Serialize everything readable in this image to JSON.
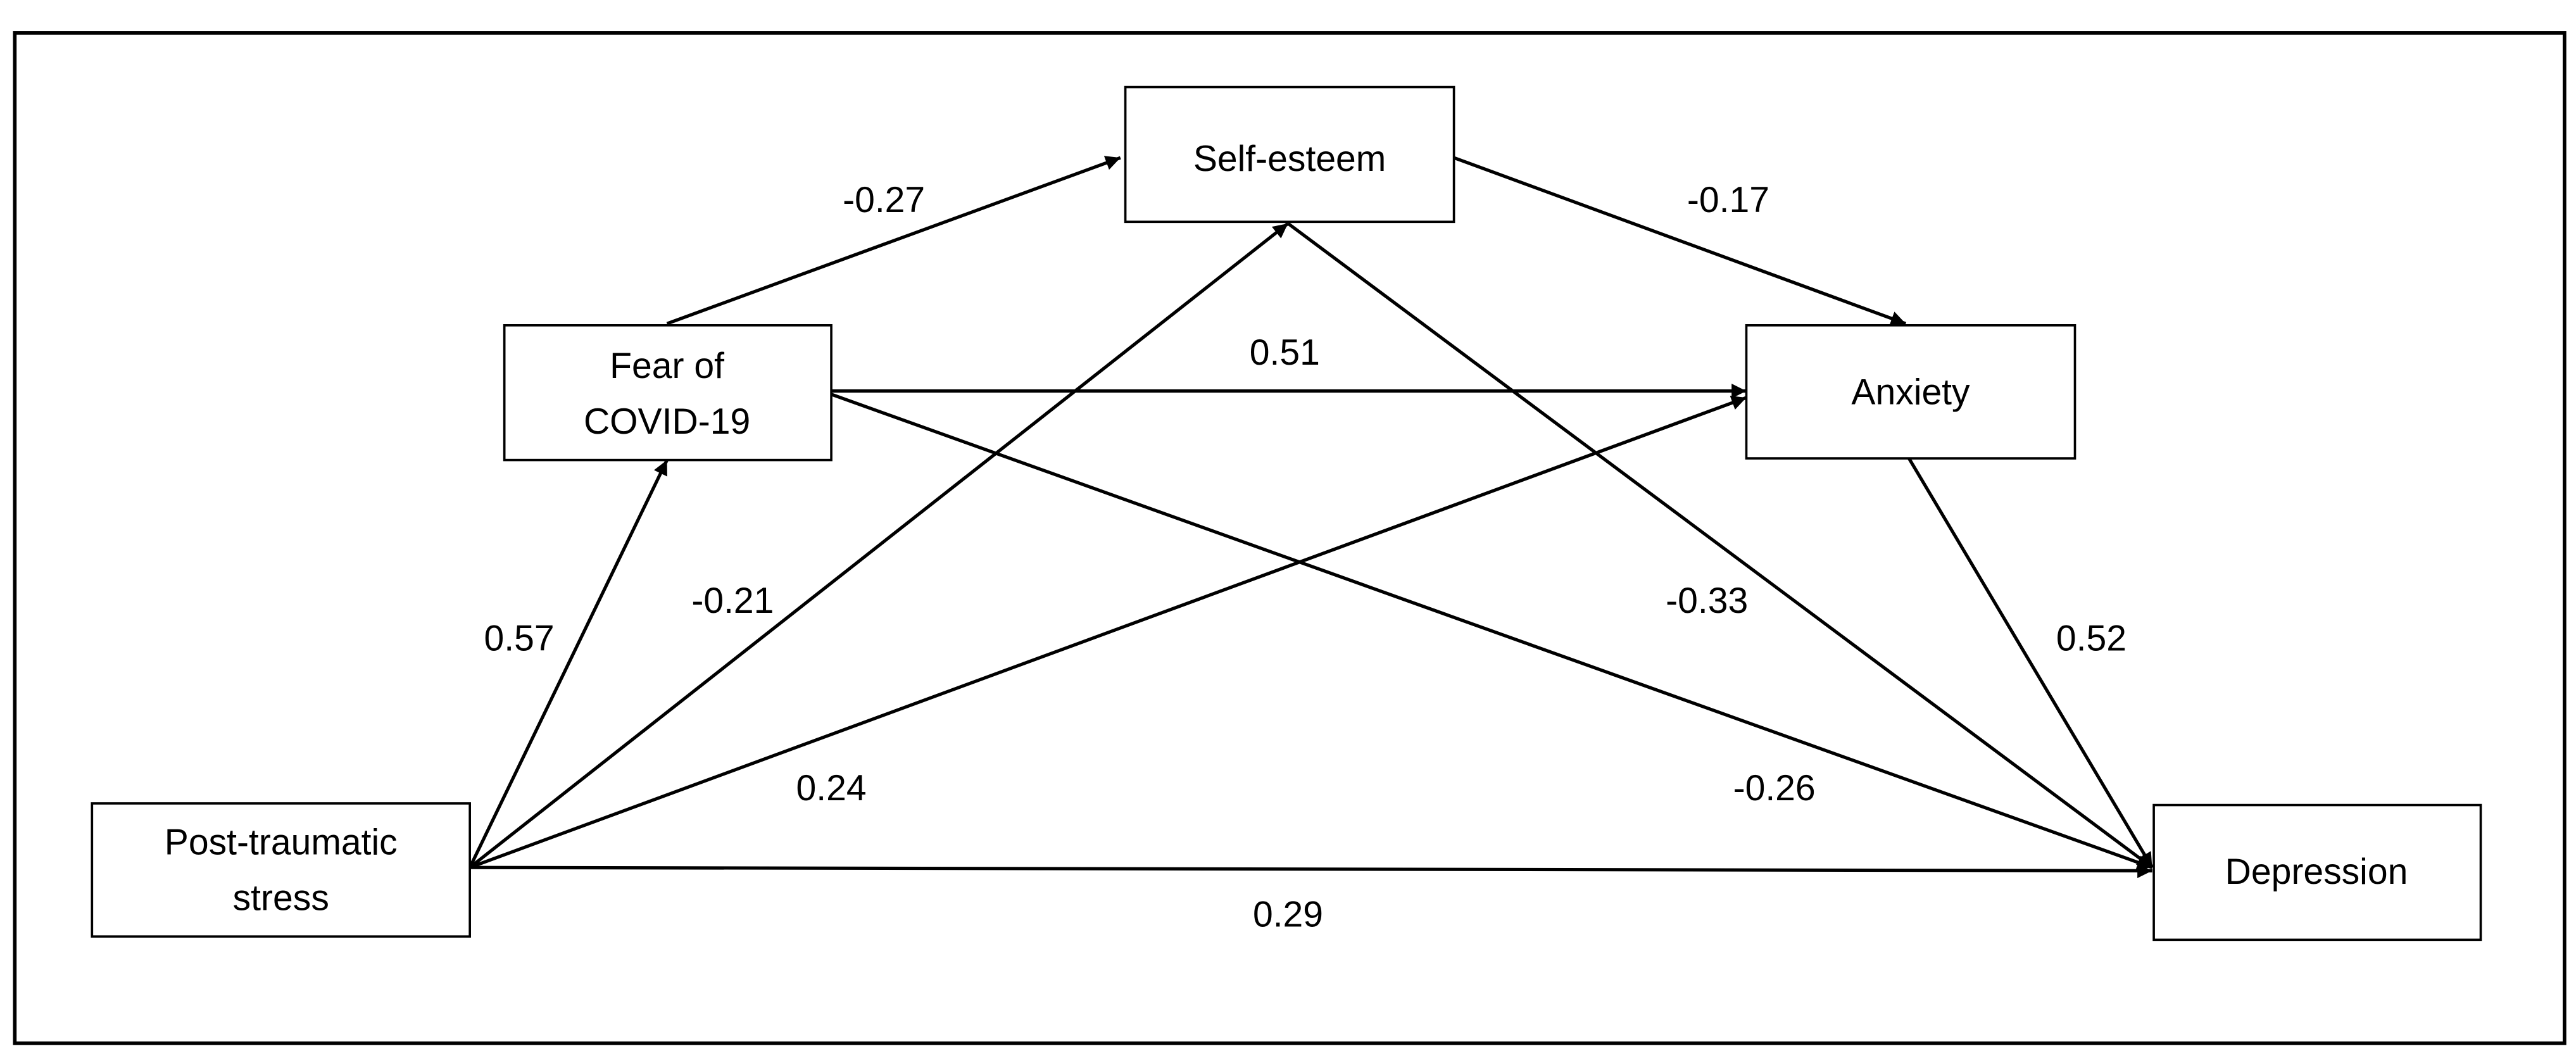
{
  "diagram": {
    "type": "path-model",
    "nodes": {
      "pts": {
        "label1": "Post-traumatic",
        "label2": "stress"
      },
      "fear": {
        "label1": "Fear of",
        "label2": "COVID-19"
      },
      "selfesteem": {
        "label": "Self-esteem"
      },
      "anxiety": {
        "label": "Anxiety"
      },
      "depression": {
        "label": "Depression"
      }
    },
    "edges": {
      "fear_selfesteem": {
        "from": "Fear of COVID-19",
        "to": "Self-esteem",
        "coef": "-0.27"
      },
      "selfesteem_anxiety": {
        "from": "Self-esteem",
        "to": "Anxiety",
        "coef": "-0.17"
      },
      "fear_anxiety": {
        "from": "Fear of COVID-19",
        "to": "Anxiety",
        "coef": "0.51"
      },
      "pts_fear": {
        "from": "Post-traumatic stress",
        "to": "Fear of COVID-19",
        "coef": "0.57"
      },
      "pts_selfesteem": {
        "from": "Post-traumatic stress",
        "to": "Self-esteem",
        "coef": "-0.21"
      },
      "selfesteem_depression": {
        "from": "Self-esteem",
        "to": "Depression",
        "coef": "-0.33"
      },
      "anxiety_depression": {
        "from": "Anxiety",
        "to": "Depression",
        "coef": "0.52"
      },
      "pts_anxiety": {
        "from": "Post-traumatic stress",
        "to": "Anxiety",
        "coef": "0.24"
      },
      "fear_depression": {
        "from": "Fear of COVID-19",
        "to": "Depression",
        "coef": "-0.26"
      },
      "pts_depression": {
        "from": "Post-traumatic stress",
        "to": "Depression",
        "coef": "0.29"
      }
    }
  }
}
